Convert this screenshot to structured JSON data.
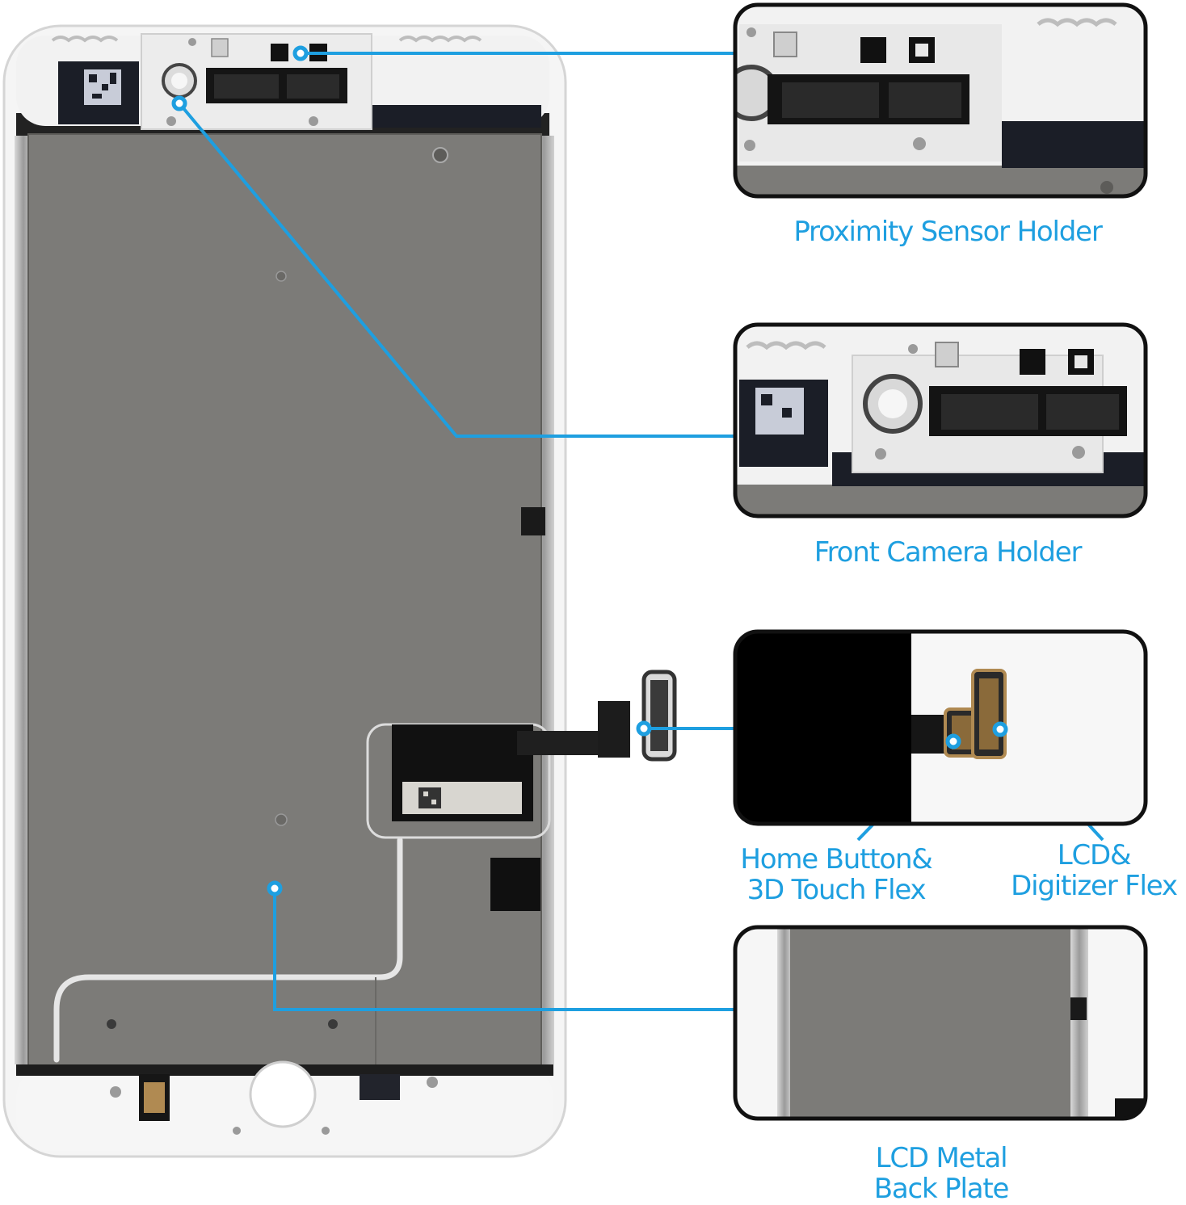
{
  "labels": {
    "proximity": "Proximity Sensor Holder",
    "camera": "Front Camera Holder",
    "home_line1": "Home Button&",
    "home_line2": "3D Touch Flex",
    "lcd_line1": "LCD&",
    "lcd_line2": "Digitizer Flex",
    "plate_line1": "LCD Metal",
    "plate_line2": "Back Plate"
  },
  "colors": {
    "accent": "#1e9fe0",
    "plate": "#7c7b78",
    "frame": "#f4f4f4",
    "dark": "#111111"
  }
}
